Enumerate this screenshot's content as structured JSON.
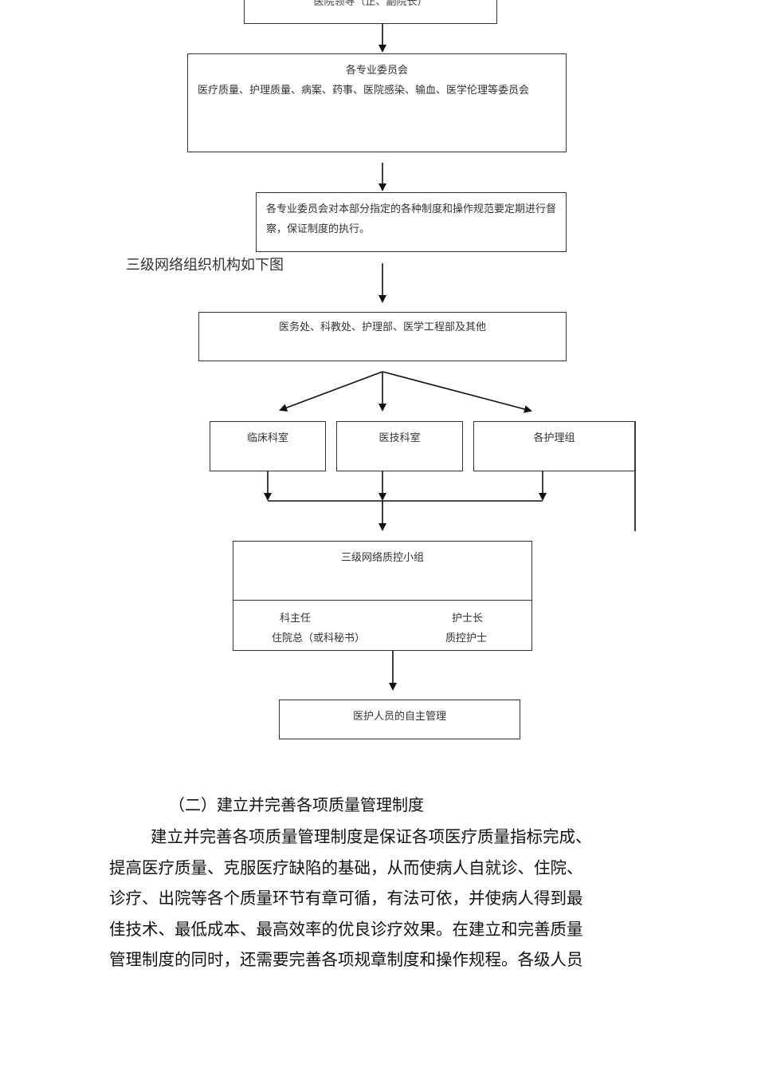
{
  "flowchart": {
    "leadership": "医院领导（正、副院长）",
    "committees": {
      "title": "各专业委员会",
      "body": "医疗质量、护理质量、病案、药事、医院感染、输血、医学伦理等委员会"
    },
    "supervision": "各专业委员会对本部分指定的各种制度和操作规范要定期进行督察，保证制度的执行。",
    "departments": "医务处、科教处、护理部、医学工程部及其他",
    "units": [
      "临床科室",
      "医技科室",
      "各护理组"
    ],
    "qc_group": {
      "title": "三级网络质控小组",
      "left": [
        "科主任",
        "住院总（或科秘书）"
      ],
      "right": [
        "护士长",
        "质控护士"
      ]
    },
    "self_management": "医护人员的自主管理"
  },
  "caption": "三级网络组织机构如下图",
  "section": {
    "heading": "（二）建立并完善各项质量管理制度",
    "lines": [
      "建立并完善各项质量管理制度是保证各项医疗质量指标完成、",
      "提高医疗质量、克服医疗缺陷的基础，从而使病人自就诊、住院、",
      "诊疗、出院等各个质量环节有章可循，有法可依，并使病人得到最",
      "佳技术、最低成本、最高效率的优良诊疗效果。在建立和完善质量",
      "管理制度的同时，还需要完善各项规章制度和操作规程。各级人员"
    ]
  }
}
